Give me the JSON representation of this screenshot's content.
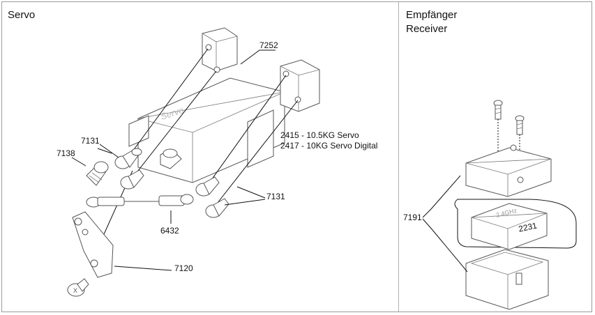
{
  "panels": {
    "servo": {
      "title": "Servo"
    },
    "receiver": {
      "title_de": "Empfänger",
      "title_en": "Receiver"
    }
  },
  "callouts": {
    "p7252": "7252",
    "p7131_a": "7131",
    "p7138": "7138",
    "p7131_b": "7131",
    "p6432": "6432",
    "p7120": "7120",
    "servo_2415": "2415 - 10.5KG Servo",
    "servo_2417": "2417 - 10KG Servo Digital",
    "p7191": "7191",
    "receiver_part": "2231"
  },
  "engraved": {
    "servo_body": "Servo",
    "receiver_body": "2.4GHz",
    "horn_mark": "X"
  }
}
